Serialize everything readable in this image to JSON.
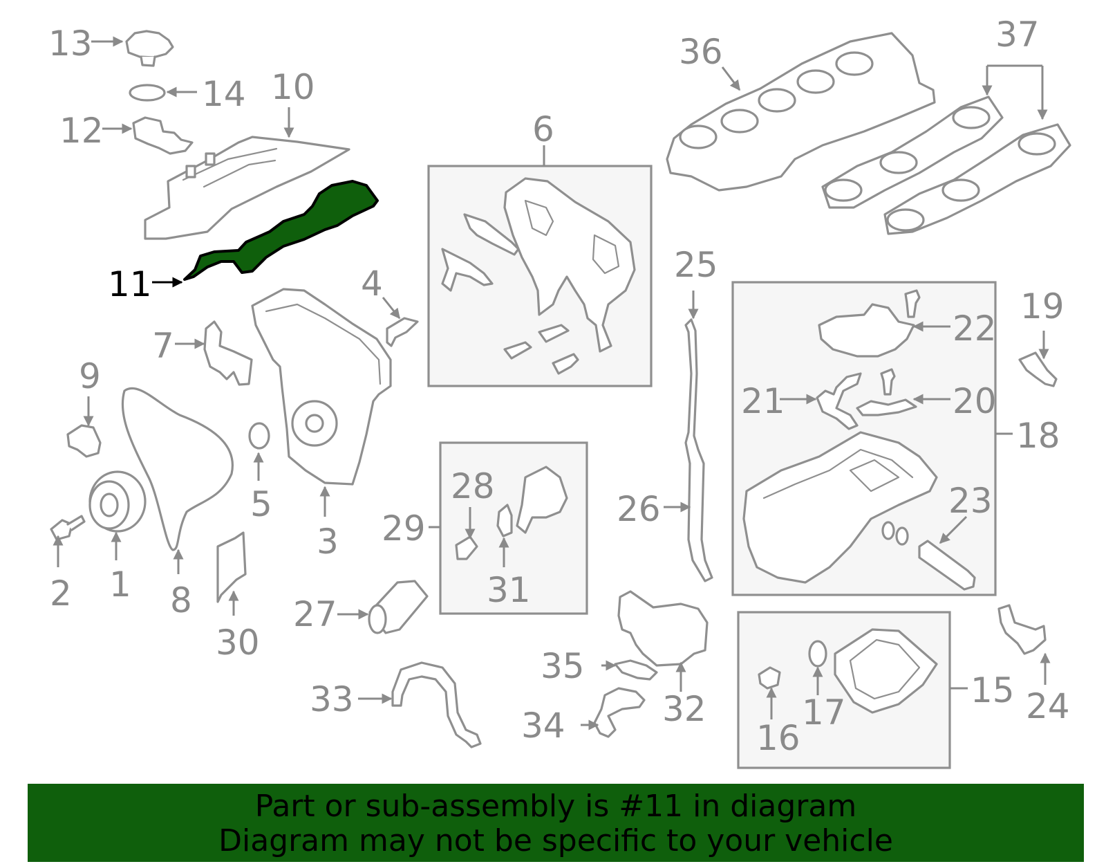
{
  "highlight_color": "#0f5f0c",
  "highlighted_part": "11",
  "callouts": {
    "n1": "1",
    "n2": "2",
    "n3": "3",
    "n4": "4",
    "n5": "5",
    "n6": "6",
    "n7": "7",
    "n8": "8",
    "n9": "9",
    "n10": "10",
    "n11": "11",
    "n12": "12",
    "n13": "13",
    "n14": "14",
    "n15": "15",
    "n16": "16",
    "n17": "17",
    "n18": "18",
    "n19": "19",
    "n20": "20",
    "n21": "21",
    "n22": "22",
    "n23": "23",
    "n24": "24",
    "n25": "25",
    "n26": "26",
    "n27": "27",
    "n28": "28",
    "n29": "29",
    "n30": "30",
    "n31": "31",
    "n32": "32",
    "n33": "33",
    "n34": "34",
    "n35": "35",
    "n36": "36",
    "n37": "37"
  },
  "footer": {
    "line1": "Part or sub-assembly is #11 in diagram",
    "line2": "Diagram may not be specific to your vehicle"
  }
}
